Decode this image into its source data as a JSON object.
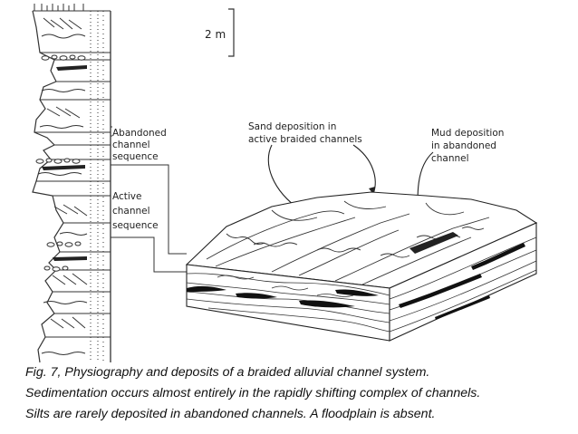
{
  "diagram": {
    "scale_label": "2 m",
    "column_labels": {
      "abandoned": [
        "Abandoned",
        "channel",
        "sequence"
      ],
      "active": [
        "Active",
        "channel",
        "sequence"
      ]
    },
    "callouts": {
      "sand": [
        "Sand deposition in",
        "active braided channels"
      ],
      "mud": [
        "Mud deposition",
        "in abandoned",
        "channel"
      ]
    }
  },
  "caption": {
    "lines": [
      "Fig. 7, Physiography and deposits of a braided alluvial channel system.",
      "Sedimentation occurs almost entirely in the rapidly shifting complex of channels.",
      "Silts are rarely deposited in abandoned channels. A floodplain is absent."
    ]
  }
}
